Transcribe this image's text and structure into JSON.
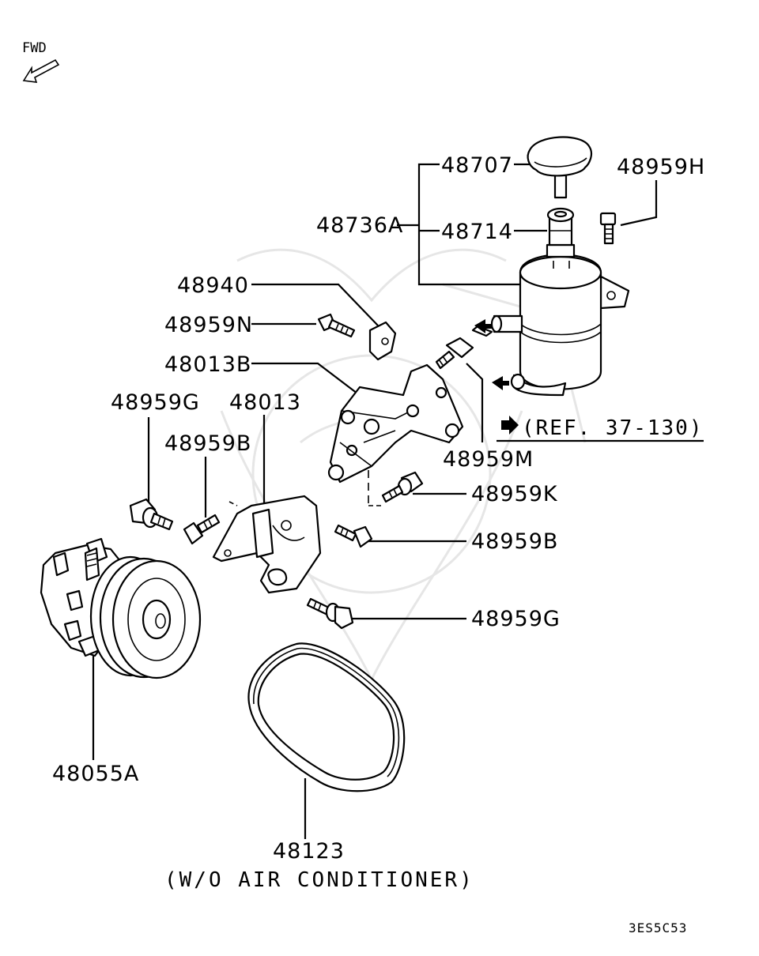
{
  "diagram": {
    "fwd": "FWD",
    "code": "3ES5C53",
    "note": "(W/O AIR CONDITIONER)",
    "ref": "(REF. 37-130)",
    "parts": {
      "p48707": "48707",
      "p48959H": "48959H",
      "p48736A": "48736A",
      "p48714": "48714",
      "p48940": "48940",
      "p48959N": "48959N",
      "p48013B": "48013B",
      "p48959G_left": "48959G",
      "p48013": "48013",
      "p48959B_left": "48959B",
      "p48959M": "48959M",
      "p48959K": "48959K",
      "p48959B_right": "48959B",
      "p48959G_right": "48959G",
      "p48055A": "48055A",
      "p48123": "48123"
    }
  }
}
